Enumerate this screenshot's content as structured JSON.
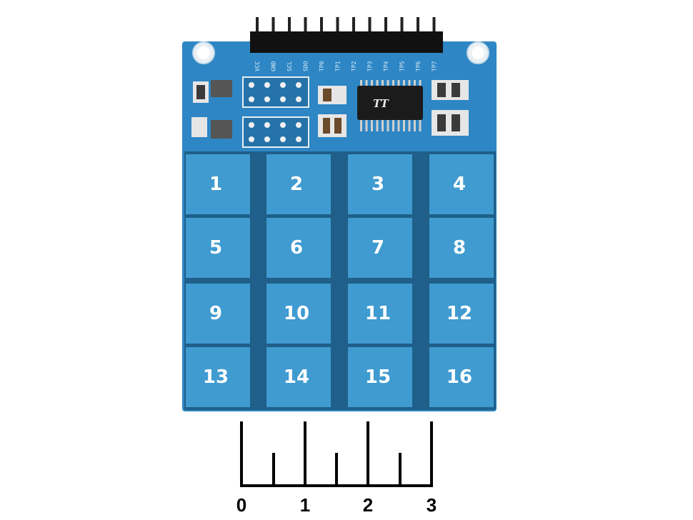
{
  "keypad": {
    "keys": [
      "1",
      "2",
      "3",
      "4",
      "5",
      "6",
      "7",
      "8",
      "9",
      "10",
      "11",
      "12",
      "13",
      "14",
      "15",
      "16"
    ]
  },
  "header": {
    "pins": [
      "VCC",
      "GND",
      "SCL",
      "SDO",
      "TP0",
      "TP1",
      "TP2",
      "TP3",
      "TP4",
      "TP5",
      "TP6",
      "TP7"
    ],
    "chip_logo": "TT"
  },
  "scale": {
    "labels": [
      "0",
      "1",
      "2",
      "3"
    ]
  },
  "colors": {
    "board": "#2e86c4",
    "pad": "#3f9bd0",
    "trace": "#1f5f8a",
    "pins": "#1a1a1a"
  }
}
